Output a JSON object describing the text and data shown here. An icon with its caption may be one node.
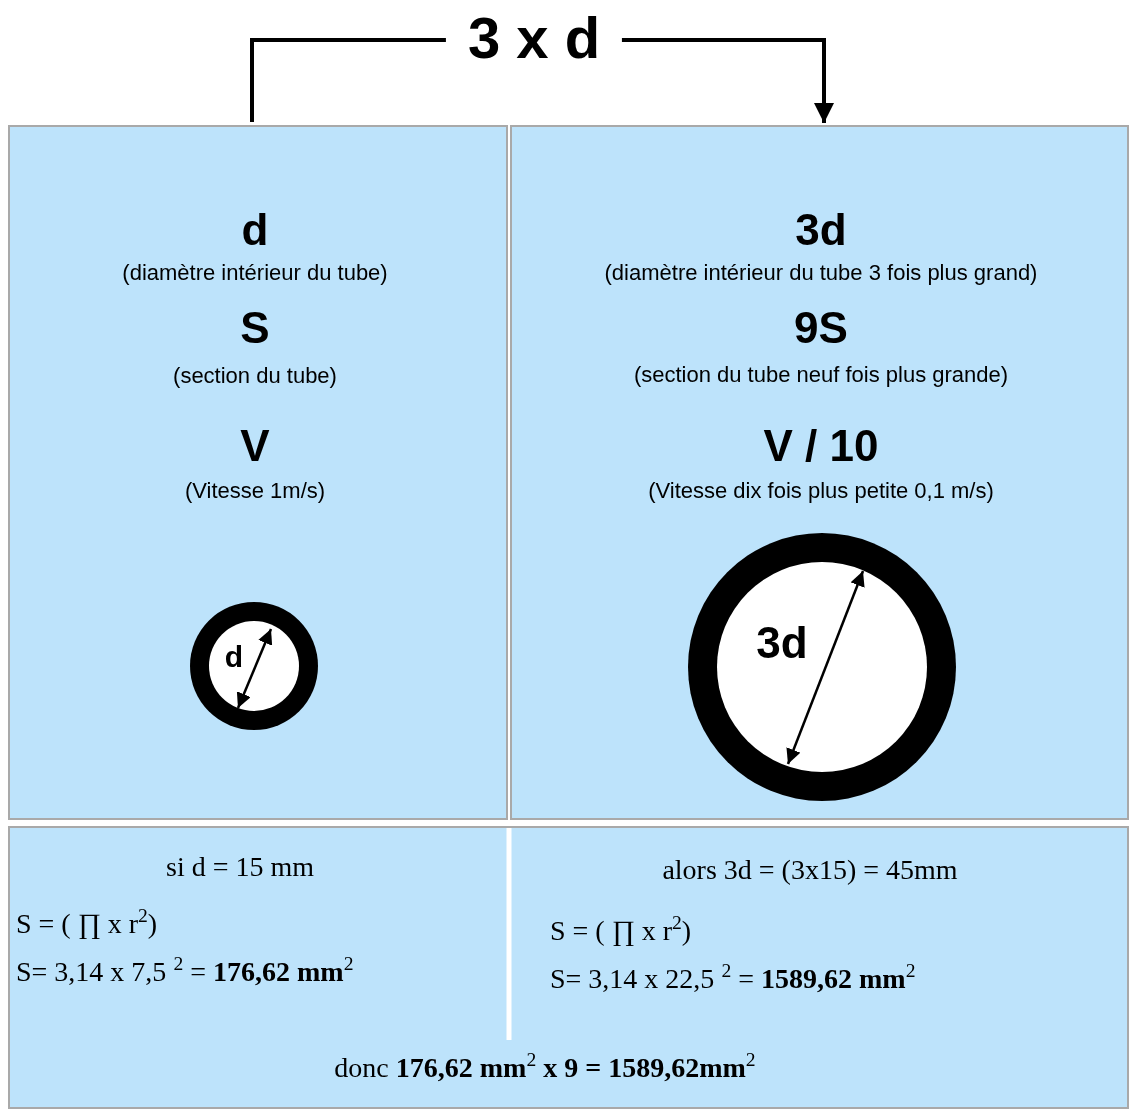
{
  "diagram": {
    "nodes": [
      {
        "text": [
          "d",
          "(diamètre intérieur du tube)",
          "S",
          "(section du tube)",
          "V",
          "(Vitesse 1m/s)"
        ]
      },
      {
        "text": [
          "3d",
          "(diamètre intérieur du tube 3 fois plus grand)",
          "9S",
          "(section du tube neuf fois plus grande)",
          "V / 10",
          "(Vitesse dix fois plus petite 0,1 m/s)"
        ]
      },
      {
        "text": [
          "d"
        ],
        "in": 0
      },
      {
        "text": [
          "3d"
        ],
        "in": 1
      },
      {
        "text": [
          "si d = 15 mm",
          "S = ( ∏  x r$^{2}$)",
          "S= 3,14 x 7,5 $^{2}$ = **176,62 mm**$^{2}$",
          "alors 3d = (3x15) = 45mm",
          "S = ( ∏  x r$^{2}$)",
          "S= 3,14 x 22,5 $^{2}$ = **1589,62 mm**$^{2}$",
          "donc  **176,62 mm**$^{2}$ **x 9 = 1589,62mm**$^{2}$"
        ]
      }
    ],
    "edges": [
      {
        "from": 0,
        "to": 1,
        "arrow": "to",
        "label": "3 x d"
      }
    ]
  }
}
